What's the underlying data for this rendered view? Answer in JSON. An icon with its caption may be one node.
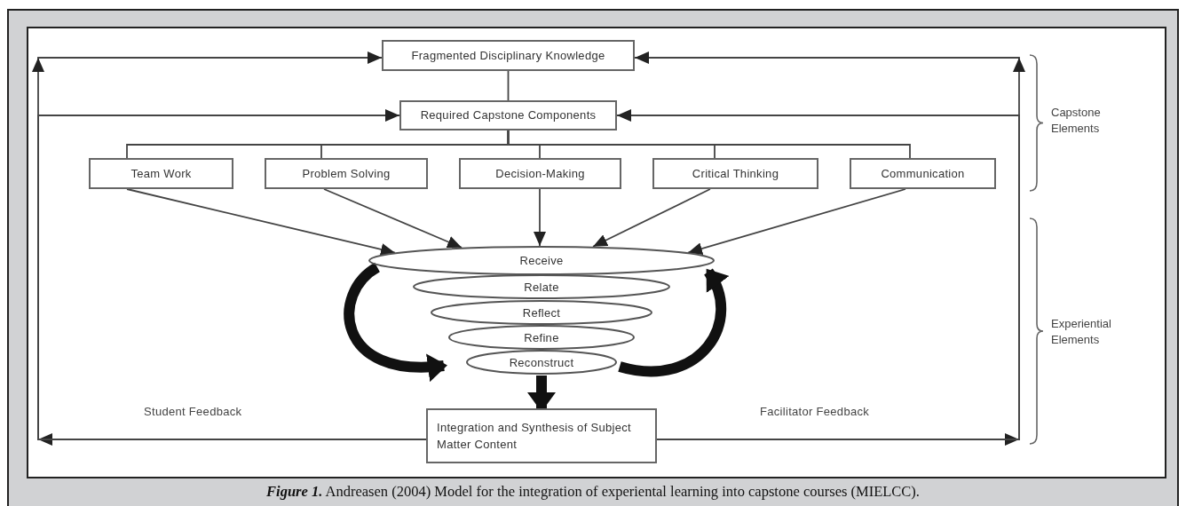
{
  "diagram": {
    "caption": "**Figure 1.** Andreasen (2004) Model for the integration of experiental learning into capstone courses (MIELCC).",
    "nodes": [
      {
        "text": [
          "Fragmented Disciplinary Knowledge"
        ]
      },
      {
        "text": [
          "Required Capstone Components"
        ]
      },
      {
        "text": [
          "Team Work"
        ]
      },
      {
        "text": [
          "Problem Solving"
        ]
      },
      {
        "text": [
          "Decision-Making"
        ]
      },
      {
        "text": [
          "Critical Thinking"
        ]
      },
      {
        "text": [
          "Communication"
        ]
      },
      {
        "text": [
          "Receive"
        ]
      },
      {
        "text": [
          "Relate"
        ]
      },
      {
        "text": [
          "Reflect"
        ]
      },
      {
        "text": [
          "Refine"
        ]
      },
      {
        "text": [
          "Reconstruct"
        ]
      },
      {
        "text": [
          "Integration and Synthesis of Subject Matter Content"
        ]
      }
    ],
    "edges": [
      {
        "from": 0,
        "to": 1,
        "arrow": "none"
      },
      {
        "from": 1,
        "to": 2,
        "arrow": "none"
      },
      {
        "from": 1,
        "to": 3,
        "arrow": "none"
      },
      {
        "from": 1,
        "to": 4,
        "arrow": "none"
      },
      {
        "from": 1,
        "to": 5,
        "arrow": "none"
      },
      {
        "from": 1,
        "to": 6,
        "arrow": "none"
      },
      {
        "from": 2,
        "to": 7,
        "arrow": "to"
      },
      {
        "from": 3,
        "to": 7,
        "arrow": "to"
      },
      {
        "from": 4,
        "to": 7,
        "arrow": "to"
      },
      {
        "from": 5,
        "to": 7,
        "arrow": "to"
      },
      {
        "from": 6,
        "to": 7,
        "arrow": "to"
      },
      {
        "from": 11,
        "to": 12,
        "arrow": "to",
        "style": "thick"
      },
      {
        "from": 12,
        "to": 0,
        "arrow": "to",
        "label": "Student Feedback"
      },
      {
        "from": 12,
        "to": 1,
        "arrow": "to"
      },
      {
        "from": 12,
        "to": 0,
        "arrow": "to",
        "label": "Facilitator Feedback"
      },
      {
        "from": 12,
        "to": 1,
        "arrow": "to"
      },
      {
        "from": 7,
        "to": 11,
        "arrow": "to",
        "style": "thick"
      },
      {
        "from": 11,
        "to": 7,
        "arrow": "to",
        "style": "thick"
      }
    ],
    "labels": [
      "Capstone Elements",
      "Experiential Elements"
    ]
  }
}
